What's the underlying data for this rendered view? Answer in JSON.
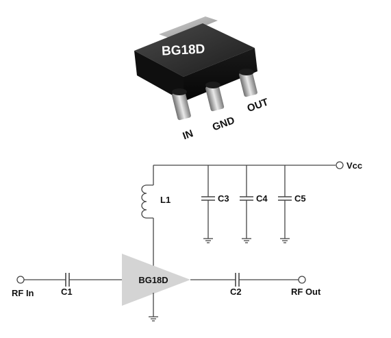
{
  "package": {
    "marking": "BG18D",
    "pins": [
      "IN",
      "GND",
      "OUT"
    ]
  },
  "schematic": {
    "vcc_label": "Vcc",
    "inductor": "L1",
    "capacitors": [
      "C3",
      "C4",
      "C5"
    ],
    "amplifier": "BG18D",
    "rf_in_label": "RF In",
    "rf_out_label": "RF Out",
    "c1_label": "C1",
    "c2_label": "C2"
  }
}
